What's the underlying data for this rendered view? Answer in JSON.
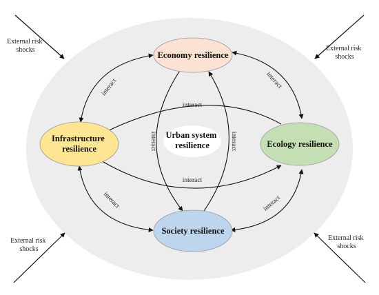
{
  "nodes": {
    "economy": {
      "label": "Economy resilience",
      "fill": "#fbe2d2"
    },
    "infrastructure": {
      "line1": "Infrastructure",
      "line2": "resilience",
      "fill": "#fde591"
    },
    "ecology": {
      "label": "Ecology resilience",
      "fill": "#c5dfb4"
    },
    "society": {
      "label": "Society resilience",
      "fill": "#bdd6ee"
    },
    "center": {
      "line1": "Urban system",
      "line2": "resilience",
      "fill": "#ffffff"
    }
  },
  "edge_label": "interact",
  "shocks": {
    "line1": "External risk",
    "line2": "shocks"
  },
  "colors": {
    "outer_ellipse": "#ededed",
    "stroke": "#333333"
  }
}
